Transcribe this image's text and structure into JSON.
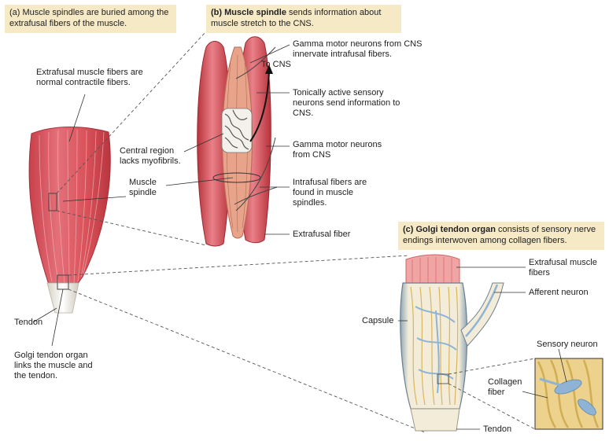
{
  "panel_a": {
    "caption_letter": "(a)",
    "caption_text": "Muscle spindles are buried among the extrafusal fibers of the muscle.",
    "labels": {
      "extrafusal": "Extrafusal muscle fibers are normal contractile fibers.",
      "muscle_spindle": "Muscle spindle",
      "tendon": "Tendon",
      "golgi_tendon_organ": "Golgi tendon organ links the muscle and the tendon."
    }
  },
  "panel_b": {
    "caption_bold": "(b) Muscle spindle",
    "caption_text": "sends information about muscle stretch to the CNS.",
    "labels": {
      "gamma_innervate": "Gamma motor neurons from CNS innervate intrafusal fibers.",
      "to_cns": "To CNS",
      "tonically_active": "Tonically active sensory neurons send information to CNS.",
      "central_region": "Central region lacks myofibrils.",
      "gamma_from_cns": "Gamma motor neurons from CNS",
      "intrafusal": "Intrafusal fibers are found in muscle spindles.",
      "extrafusal_fiber": "Extrafusal fiber"
    }
  },
  "panel_c": {
    "caption_bold": "(c) Golgi tendon organ",
    "caption_text": "consists of sensory nerve endings interwoven among collagen fibers.",
    "labels": {
      "extrafusal_muscle_fibers": "Extrafusal muscle fibers",
      "afferent_neuron": "Afferent neuron",
      "capsule": "Capsule",
      "sensory_neuron": "Sensory neuron",
      "collagen_fiber": "Collagen fiber",
      "tendon": "Tendon"
    }
  },
  "colors": {
    "caption_bg": "#f5e9c6",
    "muscle_red": "#d9525a",
    "muscle_light": "#f0a4a4",
    "spindle_salmon": "#e7a48a",
    "tendon_cream": "#f3ecd8",
    "collagen_yellow": "#ecd28c",
    "neuron_blue": "#8fb3d4"
  }
}
